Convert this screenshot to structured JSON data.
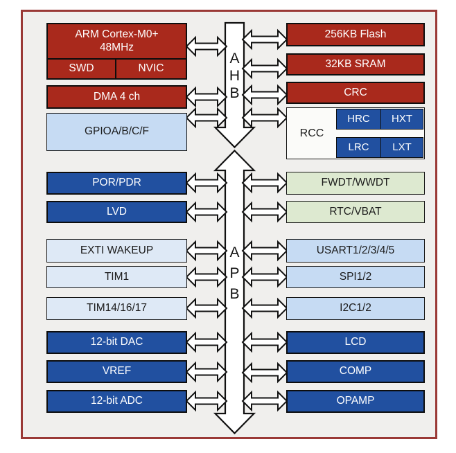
{
  "diagram": {
    "type": "mcu-block-diagram",
    "buses": {
      "ahb": {
        "l1": "A",
        "l2": "H",
        "l3": "B"
      },
      "apb": {
        "l1": "A",
        "l2": "P",
        "l3": "B"
      }
    },
    "left": {
      "arm": "ARM Cortex-M0+\n48MHz",
      "swd": "SWD",
      "nvic": "NVIC",
      "dma": "DMA 4 ch",
      "gpio": "GPIOA/B/C/F",
      "por": "POR/PDR",
      "lvd": "LVD",
      "exti": "EXTI WAKEUP",
      "tim1": "TIM1",
      "tim14": "TIM14/16/17",
      "dac": "12-bit DAC",
      "vref": "VREF",
      "adc": "12-bit ADC"
    },
    "right": {
      "flash": "256KB Flash",
      "sram": "32KB SRAM",
      "crc": "CRC",
      "rcc": "RCC",
      "hrc": "HRC",
      "hxt": "HXT",
      "lrc": "LRC",
      "lxt": "LXT",
      "fwdt": "FWDT/WWDT",
      "rtc": "RTC/VBAT",
      "usart": "USART1/2/3/4/5",
      "spi": "SPI1/2",
      "i2c": "I2C1/2",
      "lcd": "LCD",
      "comp": "COMP",
      "opamp": "OPAMP"
    },
    "colors": {
      "red": "#A9291C",
      "dark_blue": "#2150A0",
      "light_blue": "#C6DBF3",
      "pale_blue": "#DEE9F6",
      "green": "#DDE9D0",
      "panel_background": "#F0EFED",
      "panel_border": "#9A3936"
    }
  }
}
